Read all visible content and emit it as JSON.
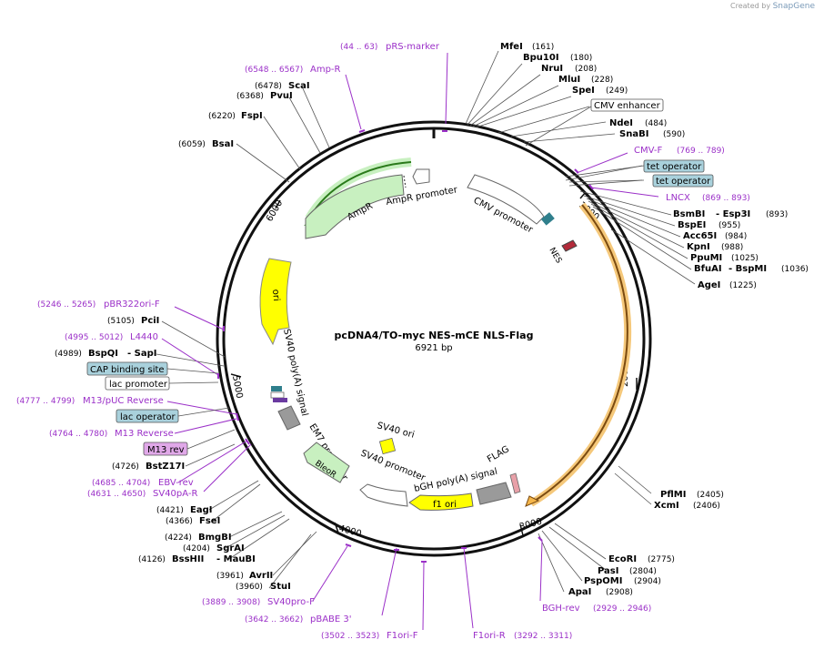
{
  "watermark": {
    "prefix": "Created by",
    "brand": "SnapGene"
  },
  "plasmid": {
    "name": "pcDNA4/TO-myc NES-mCE NLS-Flag",
    "size_label": "6921 bp"
  },
  "colors": {
    "backbone": "#111111",
    "primer": "#9b30c8",
    "site_label": "#000000",
    "feature_label_box": "#a9d1dc",
    "feature_box_border": "#555555",
    "ampR": "#c8f0c0",
    "ori": "#ffff00",
    "orf_orange": "#f5b64a"
  },
  "ticks": [
    "1000",
    "2000",
    "3000",
    "4000",
    "5000",
    "6000"
  ],
  "sites": [
    {
      "name": "MfeI",
      "pos": "(161)"
    },
    {
      "name": "Bpu10I",
      "pos": "(180)"
    },
    {
      "name": "NruI",
      "pos": "(208)"
    },
    {
      "name": "MluI",
      "pos": "(228)"
    },
    {
      "name": "SpeI",
      "pos": "(249)"
    },
    {
      "name": "NdeI",
      "pos": "(484)"
    },
    {
      "name": "SnaBI",
      "pos": "(590)"
    },
    {
      "name": "BsmBI",
      "name2": "Esp3I",
      "pos": "(893)"
    },
    {
      "name": "BspEI",
      "pos": "(955)"
    },
    {
      "name": "Acc65I",
      "pos": "(984)"
    },
    {
      "name": "KpnI",
      "pos": "(988)"
    },
    {
      "name": "PpuMI",
      "pos": "(1025)"
    },
    {
      "name": "BfuAI",
      "name2": "BspMI",
      "pos": "(1036)"
    },
    {
      "name": "AgeI",
      "pos": "(1225)"
    },
    {
      "name": "PflMI",
      "pos": "(2405)"
    },
    {
      "name": "XcmI",
      "pos": "(2406)"
    },
    {
      "name": "EcoRI",
      "pos": "(2775)"
    },
    {
      "name": "PasI",
      "pos": "(2804)"
    },
    {
      "name": "PspOMI",
      "pos": "(2904)"
    },
    {
      "name": "ApaI",
      "pos": "(2908)"
    },
    {
      "name": "StuI",
      "pos": "(3960)"
    },
    {
      "name": "AvrII",
      "pos": "(3961)"
    },
    {
      "name": "BssHII",
      "name2": "MauBI",
      "pos": "(4126)"
    },
    {
      "name": "SgrAI",
      "pos": "(4204)"
    },
    {
      "name": "BmgBI",
      "pos": "(4224)"
    },
    {
      "name": "FseI",
      "pos": "(4366)"
    },
    {
      "name": "EagI",
      "pos": "(4421)"
    },
    {
      "name": "BstZ17I",
      "pos": "(4726)"
    },
    {
      "name": "BspQI",
      "name2": "SapI",
      "pos": "(4989)"
    },
    {
      "name": "PciI",
      "pos": "(5105)"
    },
    {
      "name": "BsaI",
      "pos": "(6059)"
    },
    {
      "name": "FspI",
      "pos": "(6220)"
    },
    {
      "name": "PvuI",
      "pos": "(6368)"
    },
    {
      "name": "ScaI",
      "pos": "(6478)"
    }
  ],
  "primers": [
    {
      "name": "pRS-marker",
      "range": "(44 .. 63)"
    },
    {
      "name": "Amp-R",
      "range": "(6548 .. 6567)"
    },
    {
      "name": "CMV-F",
      "range": "(769 .. 789)"
    },
    {
      "name": "LNCX",
      "range": "(869 .. 893)"
    },
    {
      "name": "pBR322ori-F",
      "range": "(5246 .. 5265)"
    },
    {
      "name": "L4440",
      "range": "(4995 .. 5012)"
    },
    {
      "name": "M13/pUC Reverse",
      "range": "(4777 .. 4799)"
    },
    {
      "name": "M13 Reverse",
      "range": "(4764 .. 4780)"
    },
    {
      "name": "EBV-rev",
      "range": "(4685 .. 4704)"
    },
    {
      "name": "SV40pA-R",
      "range": "(4631 .. 4650)"
    },
    {
      "name": "BGH-rev",
      "range": "(2929 .. 2946)"
    },
    {
      "name": "SV40pro-F",
      "range": "(3889 .. 3908)"
    },
    {
      "name": "pBABE 3'",
      "range": "(3642 .. 3662)"
    },
    {
      "name": "F1ori-F",
      "range": "(3502 .. 3523)"
    },
    {
      "name": "F1ori-R",
      "range": "(3292 .. 3311)"
    }
  ],
  "boxed_features": [
    "CMV enhancer",
    "tet operator",
    "tet operator",
    "CAP binding site",
    "lac promoter",
    "lac operator",
    "M13 rev"
  ],
  "features": {
    "ampR_promoter": "AmpR promoter",
    "ampR": "AmpR",
    "ori": "ori",
    "cmv_promoter": "CMV promoter",
    "nes": "NES",
    "sv40_polya": "SV40 poly(A) signal",
    "em7": "EM7 promoter",
    "bleoR": "BleoR",
    "sv40_promoter": "SV40 promoter",
    "sv40_ori": "SV40 ori",
    "bgh": "bGH poly(A) signal",
    "f1ori": "f1 ori",
    "flag": "FLAG"
  }
}
